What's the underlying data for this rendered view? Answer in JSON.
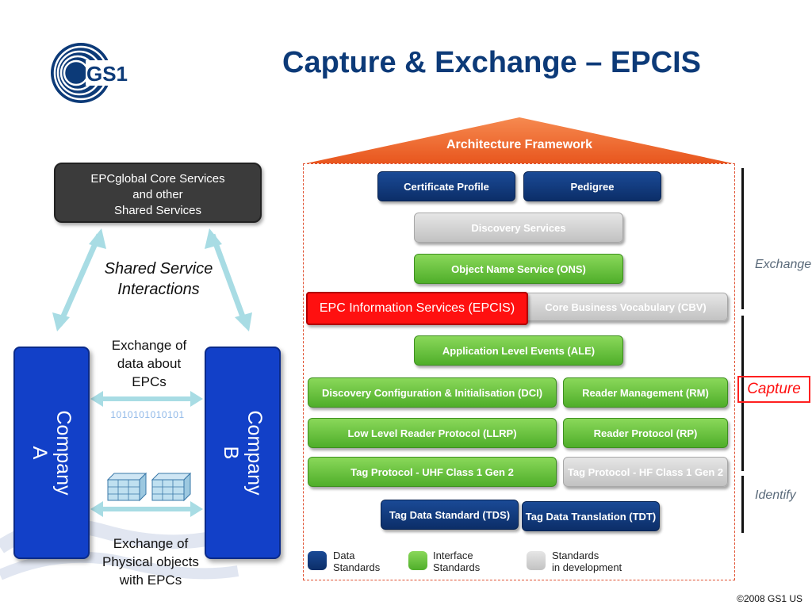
{
  "header": {
    "logo_text": "GS1",
    "title": "Capture & Exchange – EPCIS"
  },
  "left": {
    "core_services": [
      "EPCglobal Core Services",
      "and other",
      "Shared Services"
    ],
    "shared_interactions": [
      "Shared Service",
      "Interactions"
    ],
    "company_a": [
      "Company",
      "A"
    ],
    "company_b": [
      "Company",
      "B"
    ],
    "exchange_data": [
      "Exchange of",
      "data about",
      "EPCs"
    ],
    "binary": "1010101010101",
    "exchange_physical": [
      "Exchange of",
      "Physical objects",
      "with EPCs"
    ]
  },
  "architecture": {
    "roof": "Architecture Framework",
    "boxes": {
      "certificate_profile": "Certificate Profile",
      "pedigree": "Pedigree",
      "discovery_services": "Discovery Services",
      "ons": "Object Name Service (ONS)",
      "epcis": "EPC Information Services (EPCIS)",
      "cbv": "Core Business Vocabulary (CBV)",
      "ale": "Application Level Events (ALE)",
      "dci": "Discovery Configuration & Initialisation (DCI)",
      "rm": "Reader Management (RM)",
      "llrp": "Low Level Reader Protocol (LLRP)",
      "rp": "Reader Protocol (RP)",
      "uhf": "Tag Protocol - UHF Class 1 Gen 2",
      "hf": "Tag Protocol - HF Class 1 Gen 2",
      "tds": "Tag Data Standard (TDS)",
      "tdt": "Tag Data Translation (TDT)"
    },
    "side_labels": {
      "exchange": "Exchange",
      "capture": "Capture",
      "identify": "Identify"
    },
    "legend": [
      {
        "lines": [
          "Data",
          "Standards"
        ],
        "color": "#0c2e68"
      },
      {
        "lines": [
          "Interface",
          "Standards"
        ],
        "color": "#4fae2a"
      },
      {
        "lines": [
          "Standards",
          "in development"
        ],
        "color": "#c8c8c8"
      }
    ]
  },
  "colors": {
    "title": "#0c3a78",
    "data_standard": "#0c2e68",
    "interface_standard": "#4fae2a",
    "in_development": "#c8c8c8",
    "highlight": "#ff1010",
    "roof": "#f06a30",
    "company": "#1240c8"
  },
  "footer": {
    "copyright": "©2008 GS1 US"
  }
}
